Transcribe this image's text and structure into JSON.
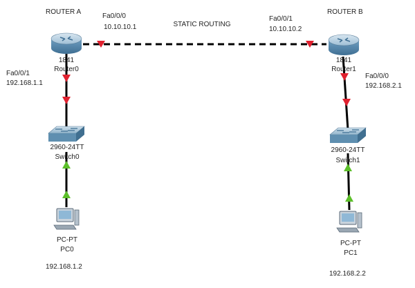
{
  "title": "STATIC ROUTING",
  "routers": [
    {
      "heading": "ROUTER A",
      "model": "1841",
      "name": "Router0"
    },
    {
      "heading": "ROUTER B",
      "model": "1841",
      "name": "Router1"
    }
  ],
  "switches": [
    {
      "model": "2960-24TT",
      "name": "Switch0"
    },
    {
      "model": "2960-24TT",
      "name": "Switch1"
    }
  ],
  "pcs": [
    {
      "model": "PC-PT",
      "name": "PC0",
      "ip": "192.168.1.2"
    },
    {
      "model": "PC-PT",
      "name": "PC1",
      "ip": "192.168.2.2"
    }
  ],
  "interfaces": {
    "routerA_wan": {
      "port": "Fa0/0/0",
      "ip": "10.10.10.1"
    },
    "routerB_wan": {
      "port": "Fa0/0/1",
      "ip": "10.10.10.2"
    },
    "routerA_lan": {
      "port": "Fa0/0/1",
      "ip": "192.168.1.1"
    },
    "routerB_lan": {
      "port": "Fa0/0/0",
      "ip": "192.168.2.1"
    }
  },
  "colors": {
    "link_down": "#e0212f",
    "link_up": "#5cbf2a",
    "router_body": "#5a8fb5",
    "switch_body": "#5f8fb0"
  }
}
